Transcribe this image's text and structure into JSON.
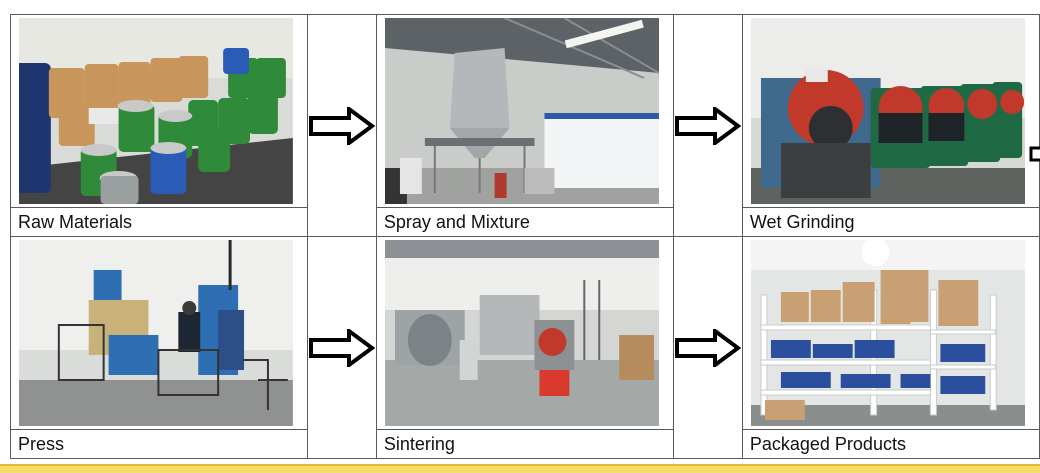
{
  "steps": [
    {
      "label": "Raw Materials",
      "photo": "raw-materials-photo"
    },
    {
      "label": "Spray and Mixture",
      "photo": "spray-mixture-photo"
    },
    {
      "label": "Wet Grinding",
      "photo": "wet-grinding-photo"
    },
    {
      "label": "Press",
      "photo": "press-photo"
    },
    {
      "label": "Sintering",
      "photo": "sintering-photo"
    },
    {
      "label": "Packaged Products",
      "photo": "packaged-products-photo"
    }
  ],
  "icons": {
    "flow_arrow": "right-arrow-outline-icon"
  },
  "colors": {
    "border": "#5a5a5a",
    "footer_bar": "#f6dc6a",
    "footer_bar_edge": "#e3b92e"
  }
}
